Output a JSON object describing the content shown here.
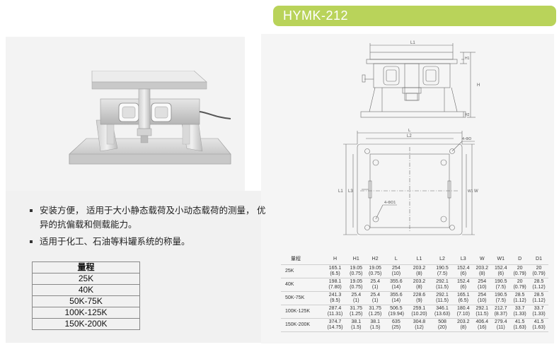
{
  "header": {
    "model": "HYMK-212"
  },
  "features": [
    "安装方便， 适用于大小静态载荷及小动态载荷的测量， 优异的抗偏载和侧载能力。",
    "适用于化工、石油等料罐系统的称量。"
  ],
  "range_table": {
    "header": "量程",
    "rows": [
      "25K",
      "40K",
      "50K-75K",
      "100K-125K",
      "150K-200K"
    ]
  },
  "spec_table": {
    "columns": [
      "量程",
      "H",
      "H1",
      "H2",
      "L",
      "L1",
      "L2",
      "L3",
      "W",
      "W1",
      "D",
      "D1"
    ],
    "rows": [
      {
        "capacity": "25K",
        "values": [
          [
            "165.1",
            "(6.5)"
          ],
          [
            "19.05",
            "(0.75)"
          ],
          [
            "19.05",
            "(0.75)"
          ],
          [
            "254",
            "(10)"
          ],
          [
            "203.2",
            "(8)"
          ],
          [
            "190.5",
            "(7.5)"
          ],
          [
            "152.4",
            "(6)"
          ],
          [
            "203.2",
            "(8)"
          ],
          [
            "152.4",
            "(6)"
          ],
          [
            "20",
            "(0.79)"
          ],
          [
            "20",
            "(0.79)"
          ]
        ]
      },
      {
        "capacity": "40K",
        "values": [
          [
            "198.1",
            "(7.80)"
          ],
          [
            "19.05",
            "(0.75)"
          ],
          [
            "25.4",
            "(1)"
          ],
          [
            "355.6",
            "(14)"
          ],
          [
            "203.2",
            "(8)"
          ],
          [
            "292.1",
            "(11.5)"
          ],
          [
            "152.4",
            "(6)"
          ],
          [
            "254",
            "(10)"
          ],
          [
            "190.5",
            "(7.5)"
          ],
          [
            "20",
            "(0.79)"
          ],
          [
            "28.5",
            "(1.12)"
          ]
        ]
      },
      {
        "capacity": "50K-75K",
        "values": [
          [
            "241.3",
            "(9.5)"
          ],
          [
            "25.4",
            "(1)"
          ],
          [
            "25.4",
            "(1)"
          ],
          [
            "355.6",
            "(14)"
          ],
          [
            "228.6",
            "(9)"
          ],
          [
            "292.1",
            "(11.5)"
          ],
          [
            "165.1",
            "(6.5)"
          ],
          [
            "254",
            "(10)"
          ],
          [
            "190.5",
            "(7.5)"
          ],
          [
            "28.5",
            "(1.12)"
          ],
          [
            "28.5",
            "(1.12)"
          ]
        ]
      },
      {
        "capacity": "100K-125K",
        "values": [
          [
            "287.4",
            "(11.31)"
          ],
          [
            "31.75",
            "(1.25)"
          ],
          [
            "31.75",
            "(1.25)"
          ],
          [
            "506.5",
            "(19.94)"
          ],
          [
            "259.1",
            "(10.20)"
          ],
          [
            "346.1",
            "(13.63)"
          ],
          [
            "180.4",
            "(7.10)"
          ],
          [
            "292.1",
            "(11.5)"
          ],
          [
            "212.7",
            "(8.37)"
          ],
          [
            "33.7",
            "(1.33)"
          ],
          [
            "33.7",
            "(1.33)"
          ]
        ]
      },
      {
        "capacity": "150K-200K",
        "values": [
          [
            "374.7",
            "(14.75)"
          ],
          [
            "38.1",
            "(1.5)"
          ],
          [
            "38.1",
            "(1.5)"
          ],
          [
            "635",
            "(25)"
          ],
          [
            "304.8",
            "(12)"
          ],
          [
            "508",
            "(20)"
          ],
          [
            "203.2",
            "(8)"
          ],
          [
            "406.4",
            "(16)"
          ],
          [
            "279.4",
            "(11)"
          ],
          [
            "41.5",
            "(1.63)"
          ],
          [
            "41.5",
            "(1.63)"
          ]
        ]
      }
    ]
  },
  "drawing_labels": {
    "L1": "L1",
    "L": "L",
    "H": "H",
    "H1": "H1",
    "H2": "H2",
    "L2": "L2",
    "L3": "L3",
    "W": "W",
    "W1": "W1",
    "phi_d": "4-ΦD",
    "phi_d1": "4-ΦD1"
  }
}
